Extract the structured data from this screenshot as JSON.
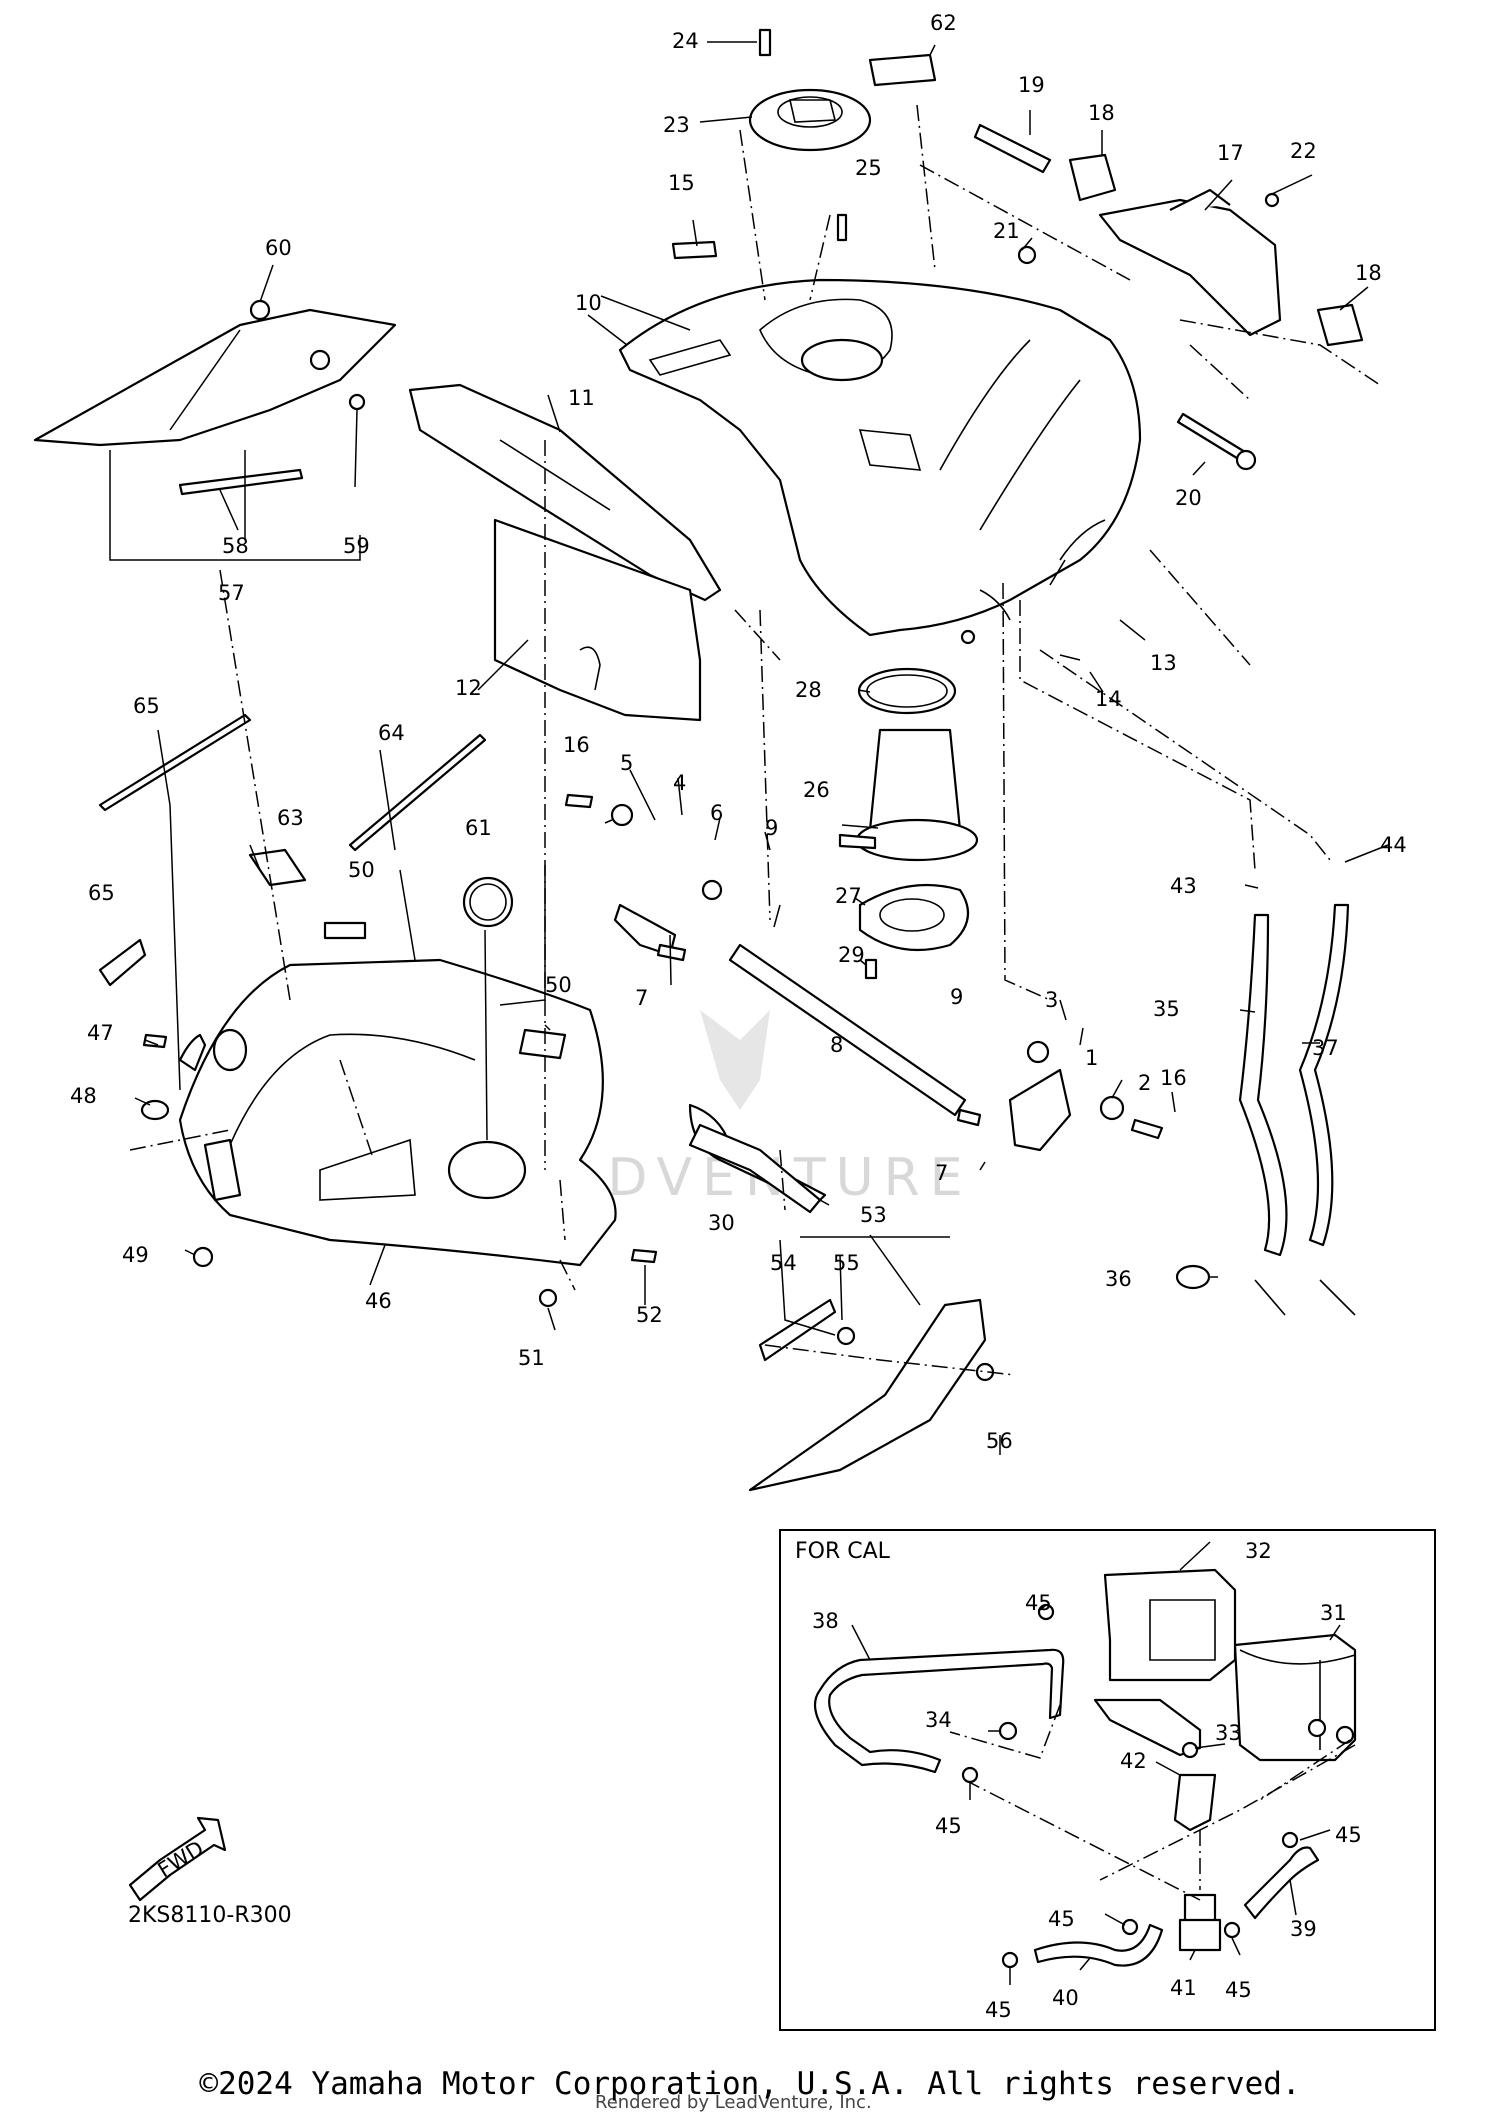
{
  "diagram": {
    "part_numbers": [
      "1",
      "2",
      "3",
      "4",
      "5",
      "6",
      "7",
      "8",
      "9",
      "10",
      "11",
      "12",
      "13",
      "14",
      "15",
      "16",
      "17",
      "18",
      "19",
      "20",
      "21",
      "22",
      "23",
      "24",
      "25",
      "26",
      "27",
      "28",
      "29",
      "30",
      "31",
      "32",
      "33",
      "34",
      "35",
      "36",
      "37",
      "38",
      "39",
      "40",
      "41",
      "42",
      "43",
      "44",
      "45",
      "46",
      "47",
      "48",
      "49",
      "50",
      "51",
      "52",
      "53",
      "54",
      "55",
      "56",
      "57",
      "58",
      "59",
      "60",
      "61",
      "62",
      "63",
      "64",
      "65"
    ],
    "cal_box_label": "FOR CAL",
    "fwd_label": "FWD",
    "diagram_code": "2KS8110-R300",
    "watermark_text": "LEADVENTURE",
    "rendered_by": "Rendered by LeadVenture, Inc."
  },
  "footer": {
    "copyright": "©2024 Yamaha Motor Corporation, U.S.A. All rights reserved."
  }
}
